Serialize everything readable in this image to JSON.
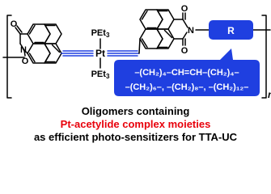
{
  "structure": {
    "ligand_upper": "PEt",
    "ligand_upper_sub": "3",
    "ligand_lower": "PEt",
    "ligand_lower_sub": "3",
    "metal": "Pt",
    "imide_n_left": "N",
    "imide_n_right": "N",
    "carbonyl_o": "O",
    "repeat_index": "n",
    "group_label": "R",
    "group_box_color": "#1f3fe0",
    "r_options_line1": "–(CH₂)₄–CH=CH–(CH₂)₄–",
    "r_options_line2": "–(CH₂)₆–, –(CH₂)₈–, –(CH₂)₁₂–"
  },
  "caption": {
    "line1": "Oligomers containing",
    "line2": "Pt-acetylide complex moieties",
    "line3": "as efficient photo-sensitizers for TTA-UC",
    "highlight_color": "#e8000b"
  }
}
